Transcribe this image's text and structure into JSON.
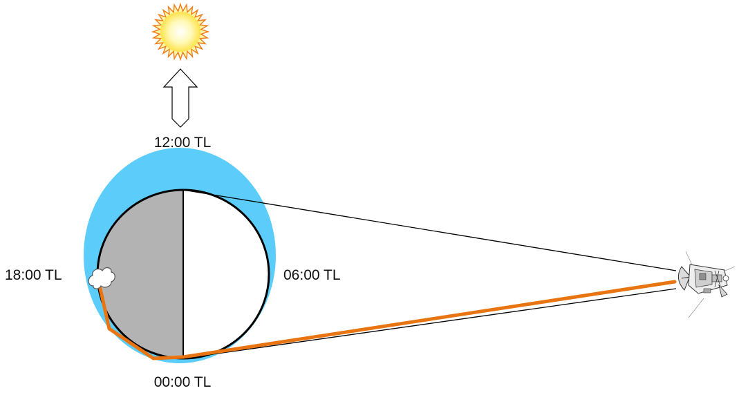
{
  "labels": {
    "noon": "12:00 TL",
    "dusk": "18:00 TL",
    "dawn": "06:00 TL",
    "midnight": "00:00 TL"
  },
  "colors": {
    "atmosphere": "#5ccdfb",
    "night_side": "#b3b3b3",
    "day_side": "#ffffff",
    "signal_path": "#e87511",
    "sun_fill": "#fff7a8",
    "sun_rays": "#f07e1d",
    "outline": "#000000"
  },
  "icons": {
    "sun": "sun-icon",
    "sun_direction": "up-arrow-icon",
    "cloud": "cloud-icon",
    "spacecraft": "spacecraft-icon"
  }
}
